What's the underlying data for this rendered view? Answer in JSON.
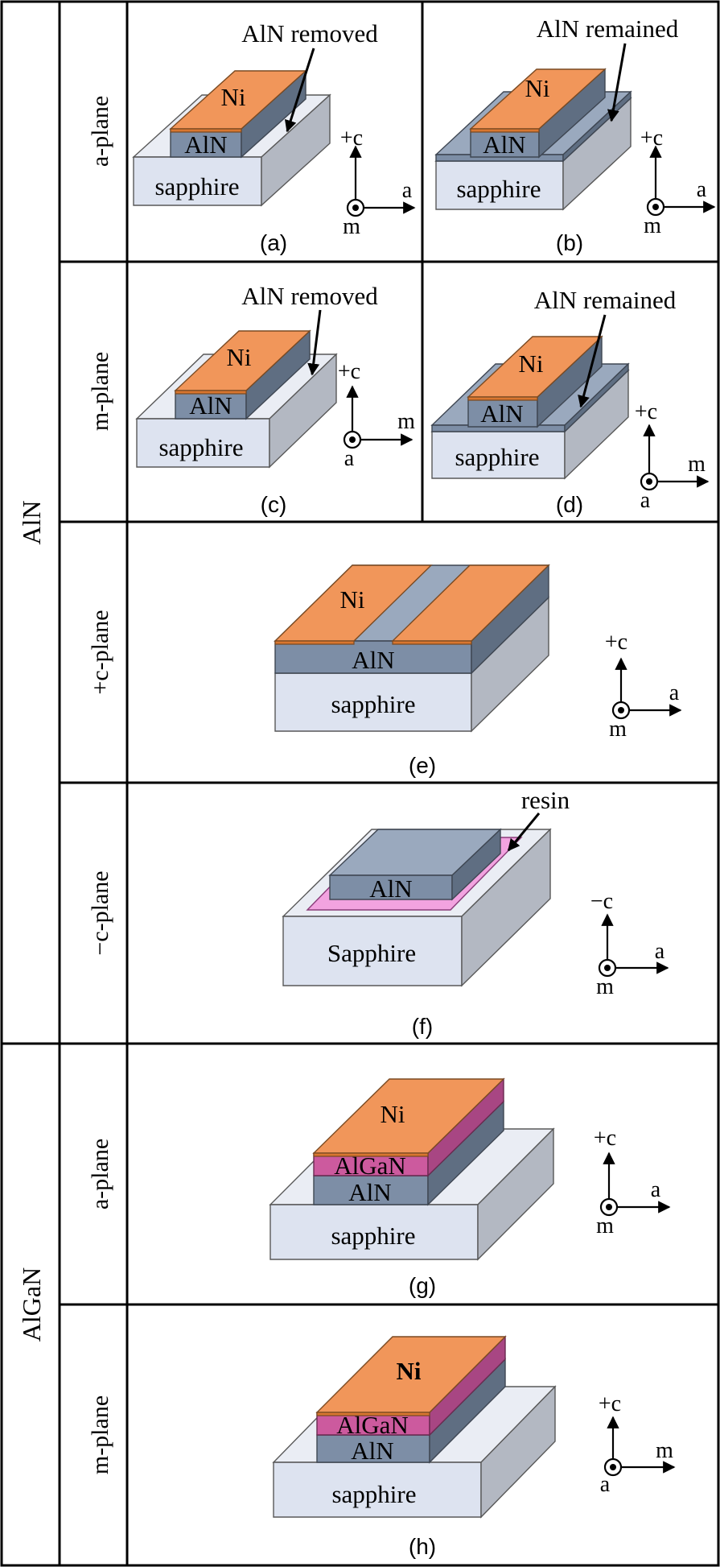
{
  "groups": {
    "aln": "AlN",
    "algan": "AlGaN"
  },
  "rows": {
    "r1": "a-plane",
    "r2": "m-plane",
    "r3": "+c-plane",
    "r4": "−c-plane",
    "r5": "a-plane",
    "r6": "m-plane"
  },
  "panels": {
    "a": {
      "caption": "(a)",
      "note": "AlN removed",
      "ni": "Ni",
      "aln": "AlN",
      "sub": "sapphire",
      "ax_up": "+c",
      "ax_right": "a",
      "ax_out": "m"
    },
    "b": {
      "caption": "(b)",
      "note": "AlN remained",
      "ni": "Ni",
      "aln": "AlN",
      "sub": "sapphire",
      "ax_up": "+c",
      "ax_right": "a",
      "ax_out": "m"
    },
    "c": {
      "caption": "(c)",
      "note": "AlN removed",
      "ni": "Ni",
      "aln": "AlN",
      "sub": "sapphire",
      "ax_up": "+c",
      "ax_right": "m",
      "ax_out": "a"
    },
    "d": {
      "caption": "(d)",
      "note": "AlN remained",
      "ni": "Ni",
      "aln": "AlN",
      "sub": "sapphire",
      "ax_up": "+c",
      "ax_right": "m",
      "ax_out": "a"
    },
    "e": {
      "caption": "(e)",
      "ni": "Ni",
      "aln": "AlN",
      "sub": "sapphire",
      "ax_up": "+c",
      "ax_right": "a",
      "ax_out": "m"
    },
    "f": {
      "caption": "(f)",
      "note": "resin",
      "aln": "AlN",
      "sub": "Sapphire",
      "ax_up": "−c",
      "ax_right": "a",
      "ax_out": "m"
    },
    "g": {
      "caption": "(g)",
      "ni": "Ni",
      "algan": "AlGaN",
      "aln": "AlN",
      "sub": "sapphire",
      "ax_up": "+c",
      "ax_right": "a",
      "ax_out": "m"
    },
    "h": {
      "caption": "(h)",
      "ni": "Ni",
      "algan": "AlGaN",
      "aln": "AlN",
      "sub": "sapphire",
      "ax_up": "+c",
      "ax_right": "m",
      "ax_out": "a"
    }
  },
  "colors": {
    "nickel": "#f1965a",
    "aln": "#7d8ea6",
    "algan": "#cc5a9e",
    "sapphire": "#dde3f0",
    "resin": "#f2a3e0"
  }
}
